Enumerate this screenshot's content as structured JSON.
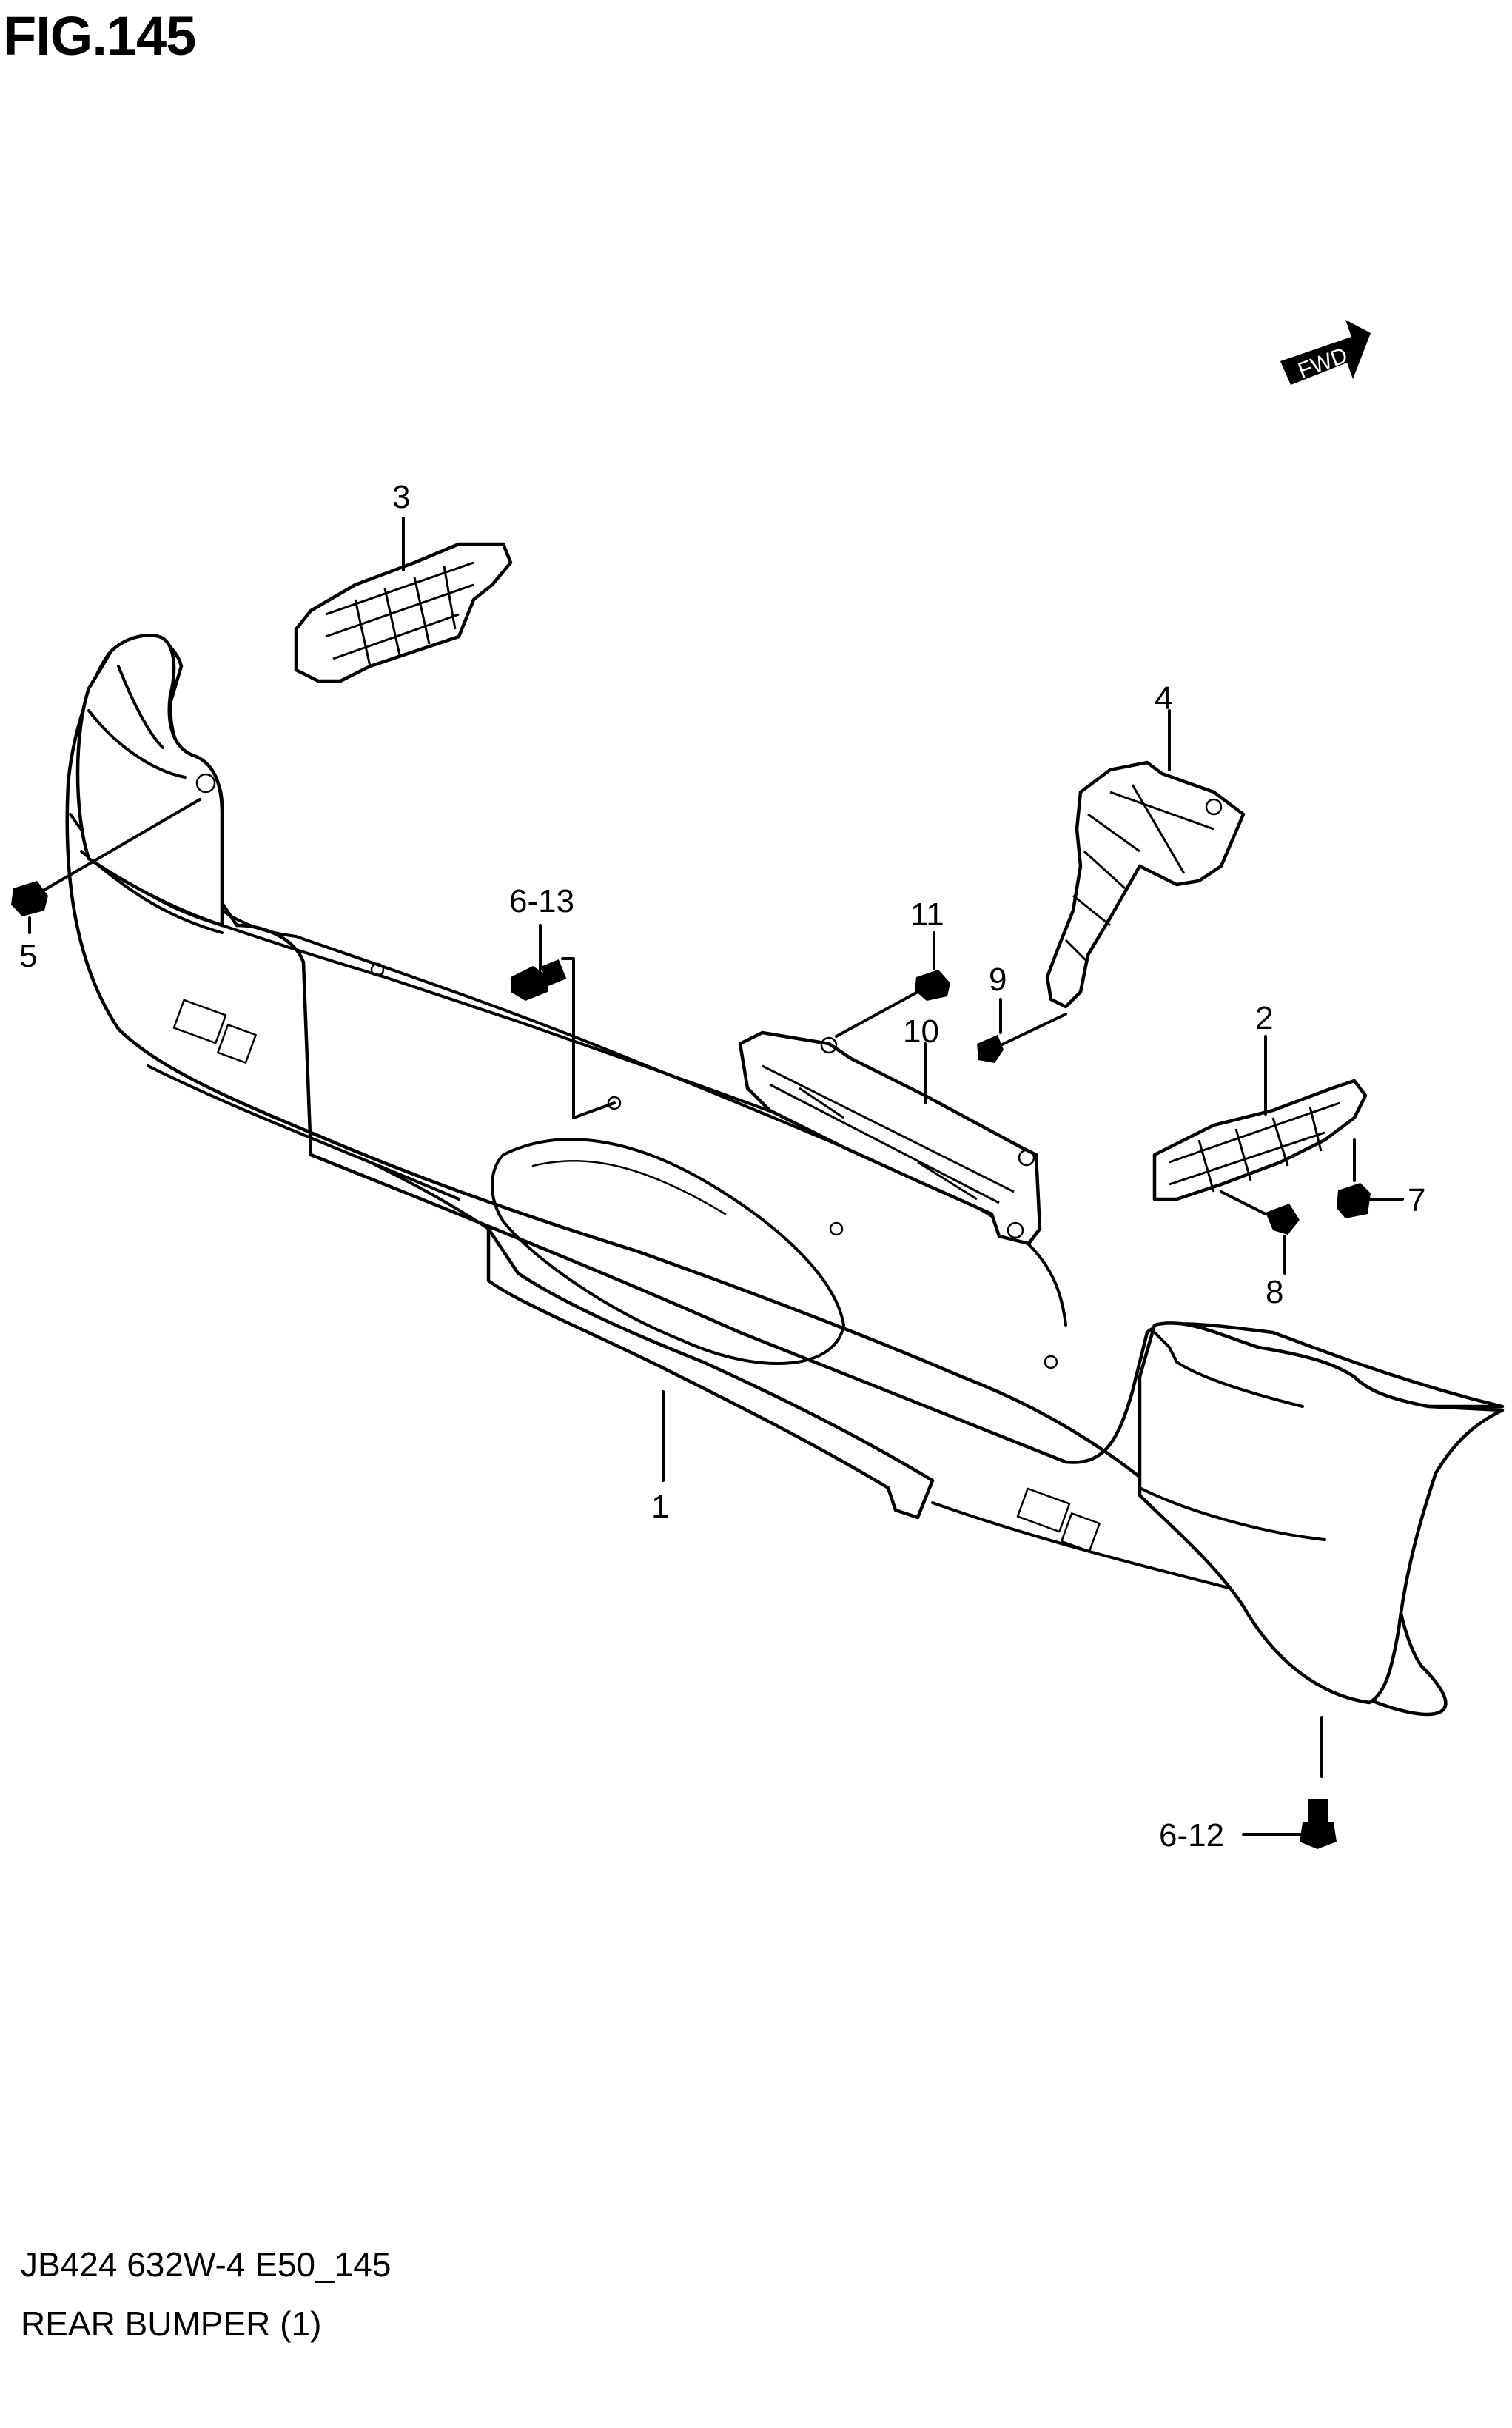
{
  "figure": {
    "title": "FIG.145",
    "direction_marker": "FWD"
  },
  "footer": {
    "code": "JB424 632W-4 E50_145",
    "name": "REAR BUMPER (1)"
  },
  "callouts": {
    "p1": "1",
    "p2": "2",
    "p3": "3",
    "p4": "4",
    "p5": "5",
    "p6_13": "6-13",
    "p6_12": "6-12",
    "p7": "7",
    "p8": "8",
    "p9": "9",
    "p10": "10",
    "p11": "11"
  }
}
